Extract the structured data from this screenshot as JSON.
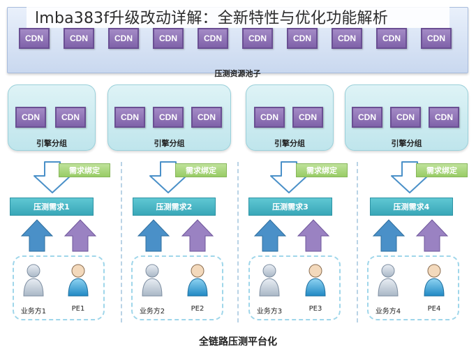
{
  "title": "lmba383f升级改动详解：全新特性与优化功能解析",
  "pool": {
    "label": "压测资源池子",
    "nodes": [
      "CDN",
      "CDN",
      "CDN",
      "CDN",
      "CDN",
      "CDN",
      "CDN",
      "CDN",
      "CDN",
      "CDN"
    ]
  },
  "groups": [
    {
      "label": "引擎分组",
      "nodes": [
        "CDN",
        "CDN"
      ]
    },
    {
      "label": "引擎分组",
      "nodes": [
        "CDN",
        "CDN",
        "CDN"
      ]
    },
    {
      "label": "引擎分组",
      "nodes": [
        "CDN",
        "CDN"
      ]
    },
    {
      "label": "引擎分组",
      "nodes": [
        "CDN",
        "CDN",
        "CDN"
      ]
    }
  ],
  "columns": [
    {
      "bind_tag": "需求绑定",
      "demand": "压测需求1",
      "business": "业务方1",
      "pe": "PE1"
    },
    {
      "bind_tag": "需求绑定",
      "demand": "压测需求2",
      "business": "业务方2",
      "pe": "PE2"
    },
    {
      "bind_tag": "需求绑定",
      "demand": "压测需求3",
      "business": "业务方3",
      "pe": "PE3"
    },
    {
      "bind_tag": "需求绑定",
      "demand": "压测需求4",
      "business": "业务方4",
      "pe": "PE4"
    }
  ],
  "footer": "全链路压测平台化",
  "colors": {
    "cdn": "#8f74b8",
    "pool_bg": "#d6e2f4",
    "group_bg": "#cdebf0",
    "bind_tag": "#a7d47a",
    "demand": "#48b5c4",
    "arrow_blue": "#4a90c8",
    "arrow_purple": "#9a82c2",
    "business_person": "#b9c6d4",
    "pe_person": "#3aa3d6"
  }
}
